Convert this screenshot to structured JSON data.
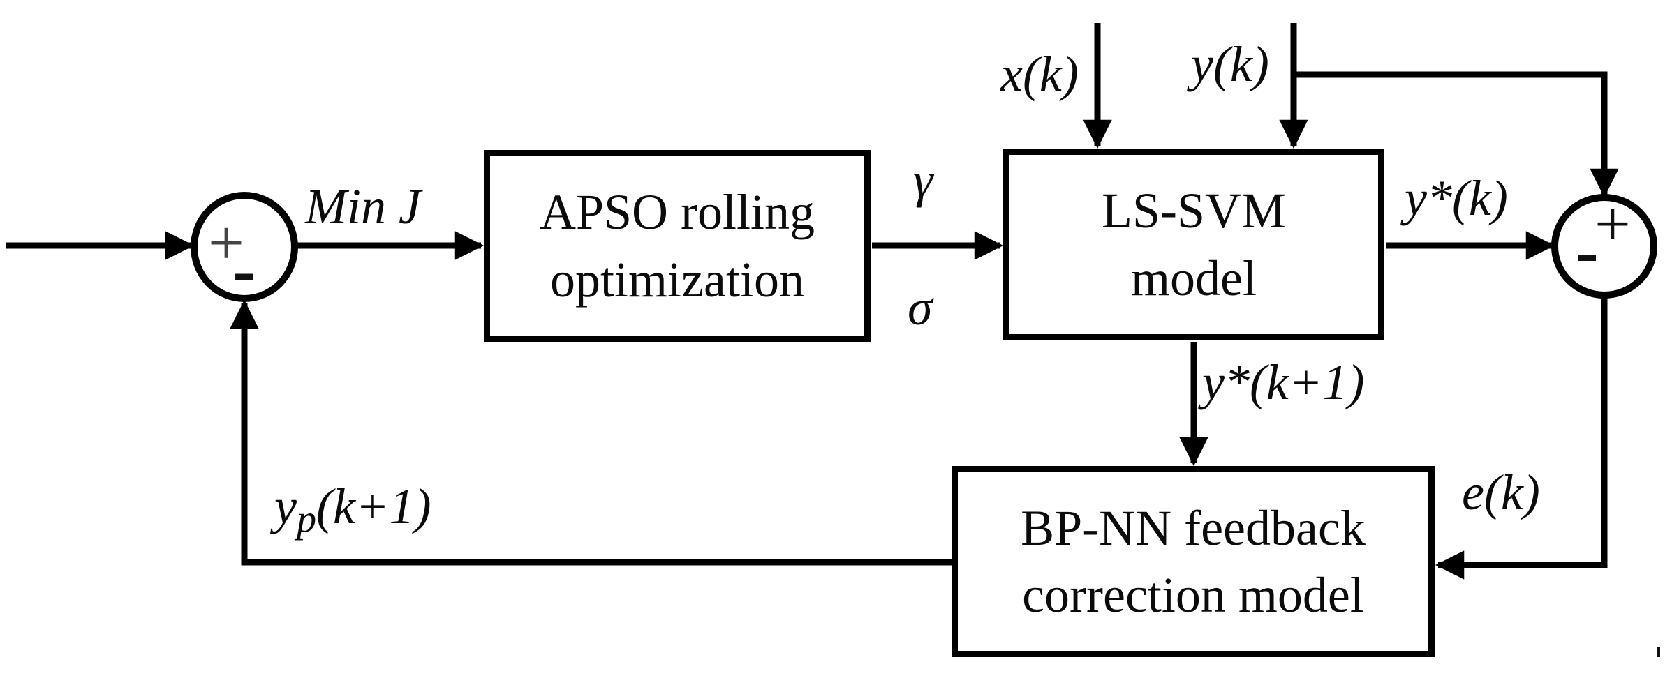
{
  "figure": {
    "background": "#ffffff",
    "line_color": "#000000",
    "blocks": {
      "apso": {
        "line1": "APSO rolling",
        "line2": "optimization"
      },
      "lssvm": {
        "line1": "LS-SVM",
        "line2": "model"
      },
      "bpnn": {
        "line1": "BP-NN feedback",
        "line2": "correction model"
      }
    },
    "sums": {
      "left": {
        "plus": "+",
        "minus": "-"
      },
      "right": {
        "plus": "+",
        "minus": "-"
      }
    },
    "labels": {
      "min_j": "Min J",
      "gamma": "γ",
      "sigma": "σ",
      "x_k": "x(k)",
      "y_k": "y(k)",
      "y_star_k": "y*(k)",
      "y_star_k_plus_1": "y*(k+1)",
      "y_p_base": "y",
      "y_p_sub": "p",
      "y_p_args": "(k+1)",
      "e_k": "e(k)"
    }
  }
}
